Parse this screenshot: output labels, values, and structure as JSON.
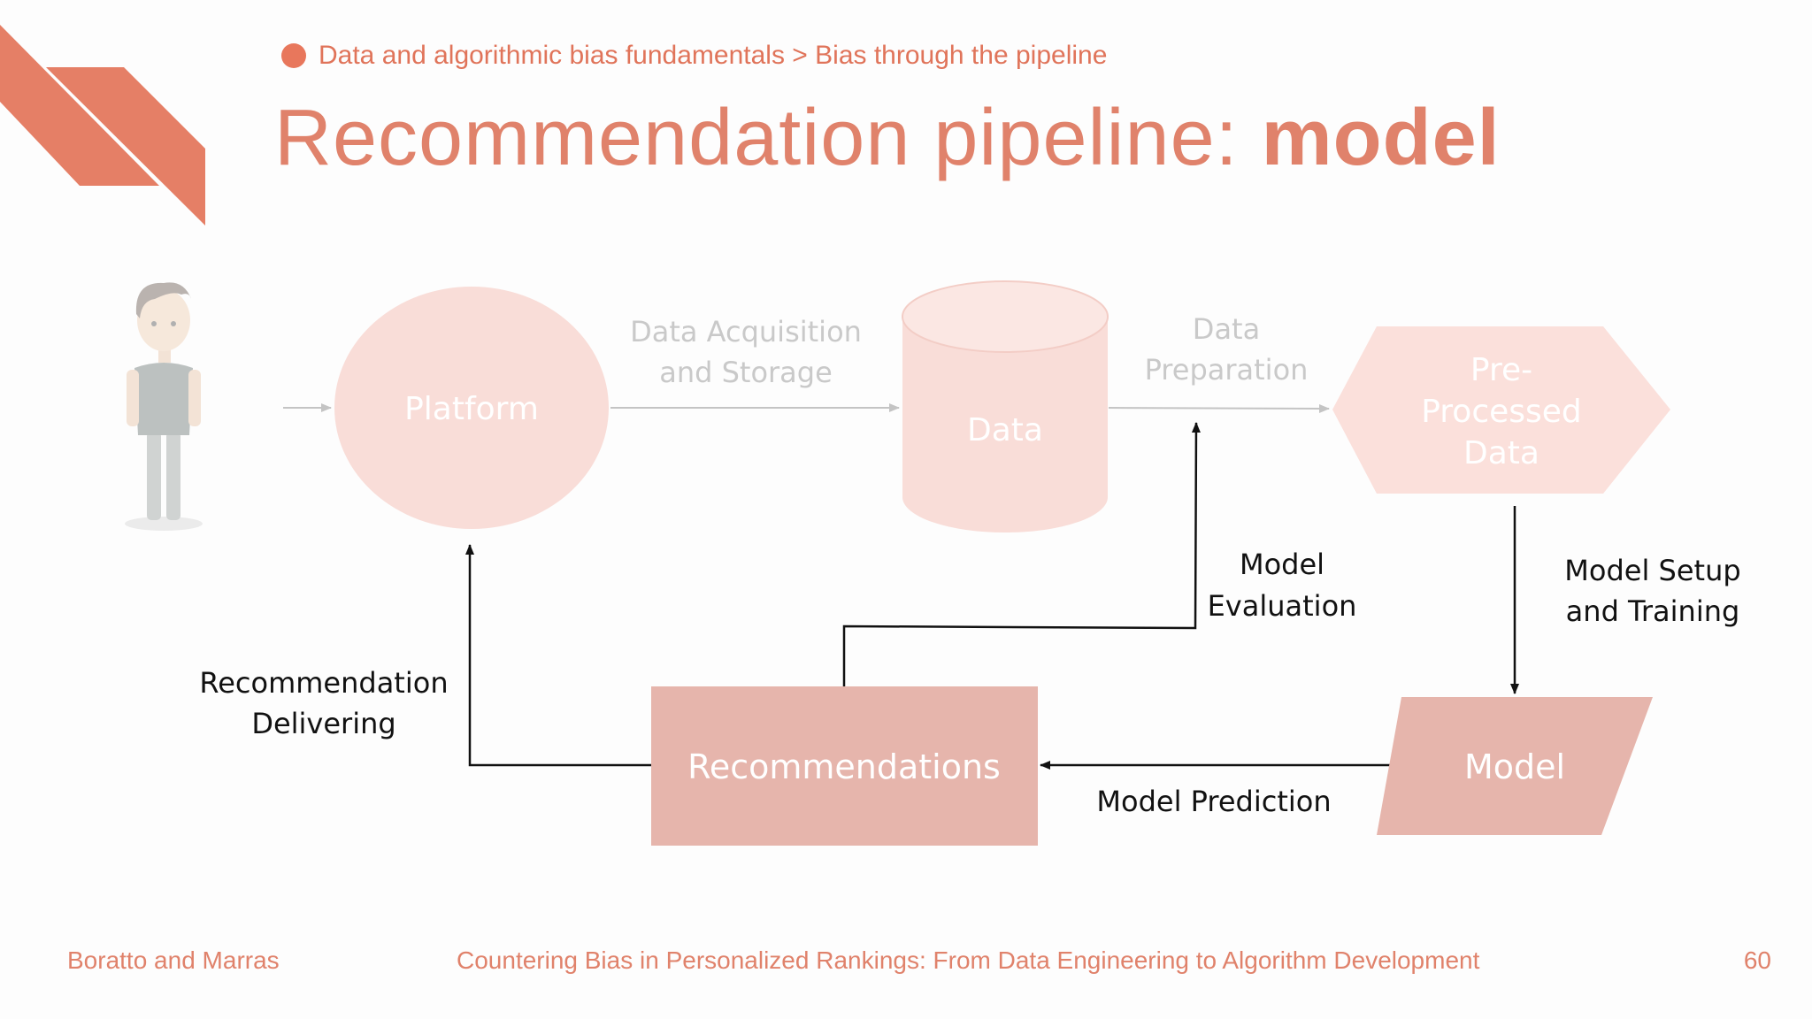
{
  "header": {
    "breadcrumb": "Data and algorithmic bias fundamentals > Bias through the pipeline",
    "title_regular": "Recommendation pipeline: ",
    "title_bold": "model"
  },
  "diagram": {
    "nodes": {
      "platform": "Platform",
      "data": "Data",
      "preprocessed_line1": "Pre-",
      "preprocessed_line2": "Processed",
      "preprocessed_line3": "Data",
      "model": "Model",
      "recommendations": "Recommendations"
    },
    "edges": {
      "acquisition_line1": "Data Acquisition",
      "acquisition_line2": "and Storage",
      "preparation_line1": "Data",
      "preparation_line2": "Preparation",
      "setup_line1": "Model Setup",
      "setup_line2": "and Training",
      "prediction": "Model Prediction",
      "evaluation_line1": "Model",
      "evaluation_line2": "Evaluation",
      "delivering_line1": "Recommendation",
      "delivering_line2": "Delivering"
    }
  },
  "footer": {
    "authors": "Boratto and Marras",
    "talk_title": "Countering Bias in Personalized Rankings: From Data Engineering to Algorithm Development",
    "page_number": "60"
  },
  "colors": {
    "accent": "#e0745a",
    "faded_node": "#f9ddd8",
    "active_node": "#e6b5ac",
    "faded_text": "#c9c9c9"
  }
}
